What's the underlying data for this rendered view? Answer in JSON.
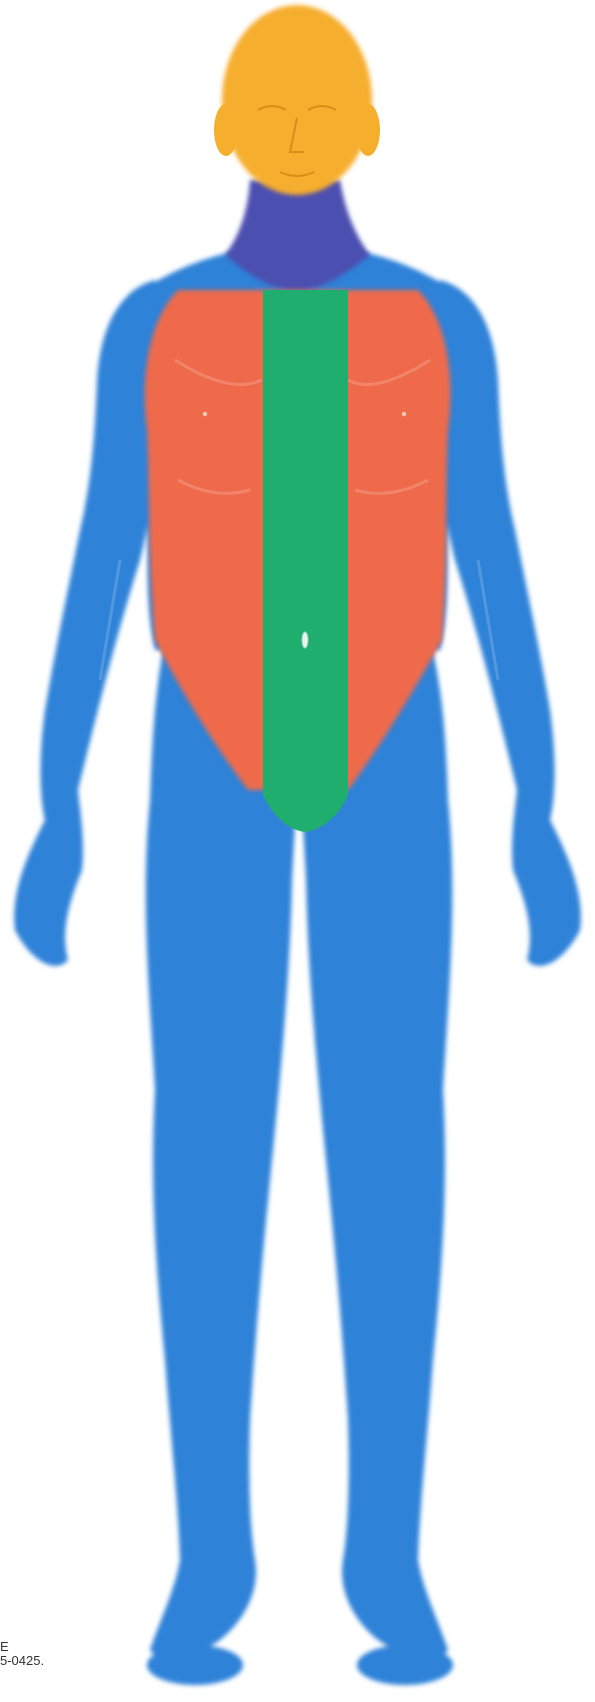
{
  "figure": {
    "regions": [
      {
        "id": "head",
        "color": "#F6AE2D"
      },
      {
        "id": "neck",
        "color": "#4B4FB0"
      },
      {
        "id": "torso-lateral",
        "color": "#EE6A4B"
      },
      {
        "id": "torso-midline",
        "color": "#1FAE6D"
      },
      {
        "id": "body",
        "color": "#2F82D8"
      }
    ]
  },
  "caption": {
    "line1": "E",
    "line2": "5-0425."
  }
}
